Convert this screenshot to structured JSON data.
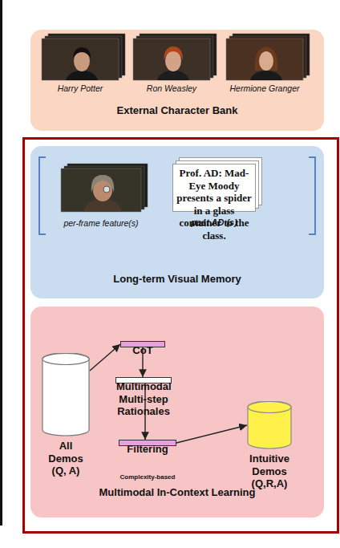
{
  "diagram": {
    "nodes": [
      {
        "text": [
          "External Character Bank"
        ]
      },
      {
        "text": [
          "Long-term Visual Memory"
        ]
      },
      {
        "text": [
          "Prof. AD: Mad-Eye Moody presents a spider in a glass container to the class.",
          "past AD (s)"
        ],
        "in": 1
      },
      {
        "text": [
          "Multimodal In-Context Learning"
        ]
      },
      {
        "text": [
          "All Demos (Q, A)"
        ],
        "in": 3
      },
      {
        "text": [
          "CoT"
        ],
        "in": 3
      },
      {
        "text": [
          "Multimodal Multi-step Rationales"
        ],
        "in": 3
      },
      {
        "text": [
          "Filtering"
        ],
        "in": 3
      },
      {
        "text": [
          "Intuitive Demos (Q,R,A)"
        ],
        "in": 3
      }
    ],
    "edges": [
      {
        "from": 4,
        "to": 5,
        "arrow": "to"
      },
      {
        "from": 5,
        "to": 6,
        "arrow": "to"
      },
      {
        "from": 6,
        "to": 7,
        "arrow": "to"
      },
      {
        "from": 7,
        "to": 8,
        "arrow": "to"
      }
    ],
    "labels": [
      "Harry Potter",
      "Ron Weasley",
      "Hermione Granger",
      "per-frame feature(s)",
      "Complexity-based"
    ]
  }
}
